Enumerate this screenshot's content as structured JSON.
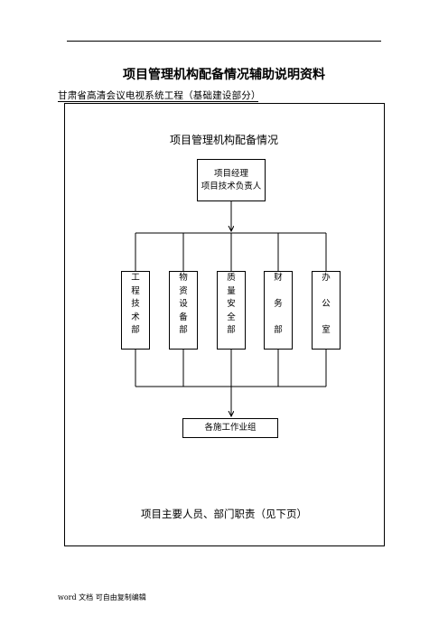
{
  "document": {
    "title": "项目管理机构配备情况辅助说明资料",
    "subtitle": "甘肃省高清会议电视系统工程（基础建设部分）"
  },
  "org_chart": {
    "title": "项目管理机构配备情况",
    "top_box": {
      "line1": "项目经理",
      "line2": "项目技术负责人"
    },
    "departments": [
      {
        "chars": [
          "工",
          "程",
          "技",
          "术",
          "部"
        ]
      },
      {
        "chars": [
          "物",
          "资",
          "设",
          "备",
          "部"
        ]
      },
      {
        "chars": [
          "质",
          "量",
          "安",
          "全",
          "部"
        ]
      },
      {
        "chars": [
          "财",
          "",
          "务",
          "",
          "部"
        ]
      },
      {
        "chars": [
          "办",
          "",
          "公",
          "",
          "室"
        ]
      }
    ],
    "bottom_box": "各施工作业组"
  },
  "note": "项目主要人员、部门职责（见下页）",
  "footer": "word 文档  可自由复制编辑"
}
